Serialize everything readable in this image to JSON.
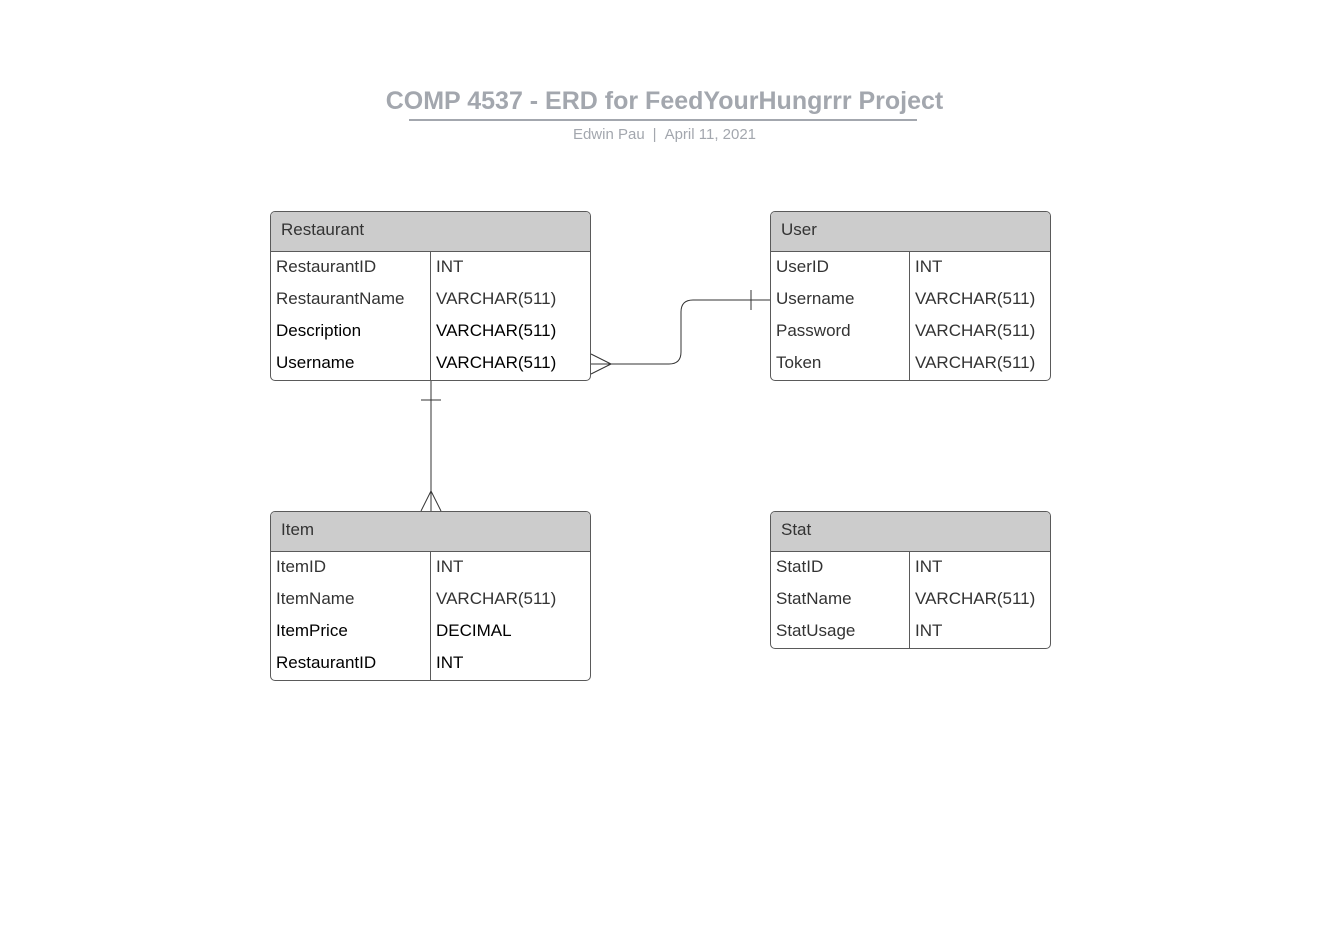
{
  "header": {
    "title": "COMP 4537 - ERD for FeedYourHungrrr Project",
    "author": "Edwin Pau",
    "separator": "|",
    "date": "April 11, 2021"
  },
  "entities": {
    "restaurant": {
      "name": "Restaurant",
      "fields": [
        {
          "name": "RestaurantID",
          "type": "INT"
        },
        {
          "name": "RestaurantName",
          "type": "VARCHAR(511)"
        },
        {
          "name": "Description",
          "type": "VARCHAR(511)"
        },
        {
          "name": "Username",
          "type": "VARCHAR(511)"
        }
      ]
    },
    "user": {
      "name": "User",
      "fields": [
        {
          "name": "UserID",
          "type": "INT"
        },
        {
          "name": "Username",
          "type": "VARCHAR(511)"
        },
        {
          "name": "Password",
          "type": "VARCHAR(511)"
        },
        {
          "name": "Token",
          "type": "VARCHAR(511)"
        }
      ]
    },
    "item": {
      "name": "Item",
      "fields": [
        {
          "name": "ItemID",
          "type": "INT"
        },
        {
          "name": "ItemName",
          "type": "VARCHAR(511)"
        },
        {
          "name": "ItemPrice",
          "type": "DECIMAL"
        },
        {
          "name": "RestaurantID",
          "type": "INT"
        }
      ]
    },
    "stat": {
      "name": "Stat",
      "fields": [
        {
          "name": "StatID",
          "type": "INT"
        },
        {
          "name": "StatName",
          "type": "VARCHAR(511)"
        },
        {
          "name": "StatUsage",
          "type": "INT"
        }
      ]
    }
  },
  "relationships": [
    {
      "from": "User.Username",
      "from_cardinality": "one",
      "to": "Restaurant.Username",
      "to_cardinality": "many"
    },
    {
      "from": "Restaurant",
      "from_cardinality": "one",
      "to": "Item",
      "to_cardinality": "many"
    }
  ],
  "colors": {
    "title": "#a3a7ae",
    "header_fill": "#cccccc",
    "border": "#5a5a5a"
  }
}
